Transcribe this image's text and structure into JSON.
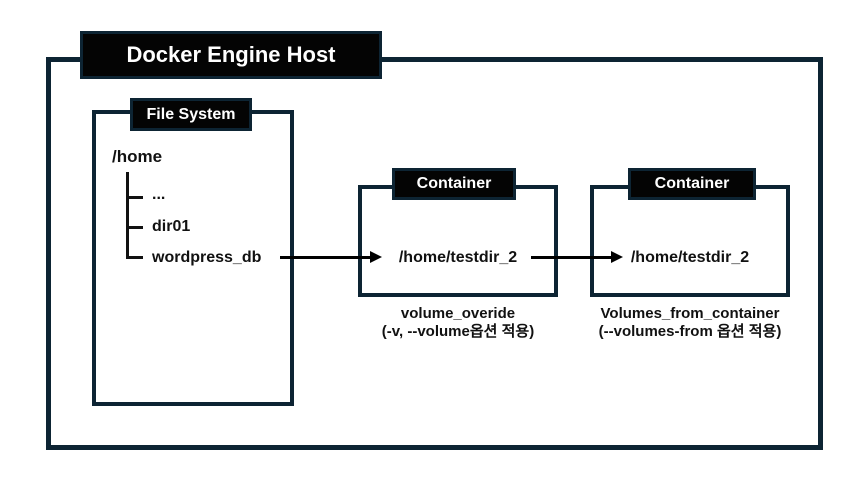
{
  "title": "Docker Engine Host",
  "file_system": {
    "header": "File System",
    "root": "/home",
    "children": [
      "...",
      "dir01",
      "wordpress_db"
    ]
  },
  "containers": [
    {
      "header": "Container",
      "path": "/home/testdir_2",
      "caption_line1": "volume_overide",
      "caption_line2": "(-v, --volume옵션 적용)"
    },
    {
      "header": "Container",
      "path": "/home/testdir_2",
      "caption_line1": "Volumes_from_container",
      "caption_line2": "(--volumes-from 옵션 적용)"
    }
  ],
  "colors": {
    "border": "#0d2433",
    "label_fill": "#040404",
    "label_text": "#ffffff",
    "text": "#111111",
    "arrow": "#000000",
    "background": "#ffffff"
  }
}
